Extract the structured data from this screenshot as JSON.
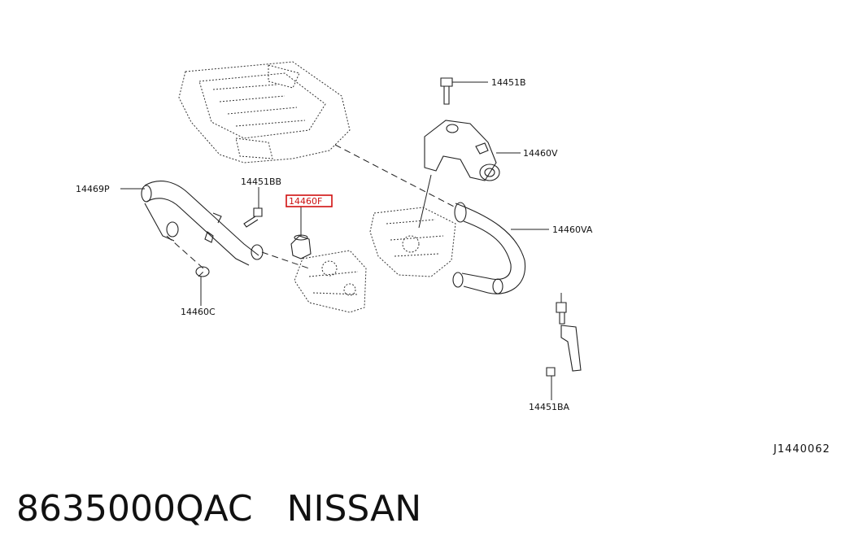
{
  "parts": [
    {
      "id": "14451B",
      "label": "14451B"
    },
    {
      "id": "14460V",
      "label": "14460V"
    },
    {
      "id": "14460VA",
      "label": "14460VA"
    },
    {
      "id": "14451BA",
      "label": "14451BA"
    },
    {
      "id": "14469P",
      "label": "14469P"
    },
    {
      "id": "14451BB",
      "label": "14451BB"
    },
    {
      "id": "14460F",
      "label": "14460F",
      "selected": true
    },
    {
      "id": "14460C",
      "label": "14460C"
    }
  ],
  "diagram_code": "J1440062",
  "part_number": "8635000QAC",
  "brand": "NISSAN",
  "highlight_color": "#d01010"
}
